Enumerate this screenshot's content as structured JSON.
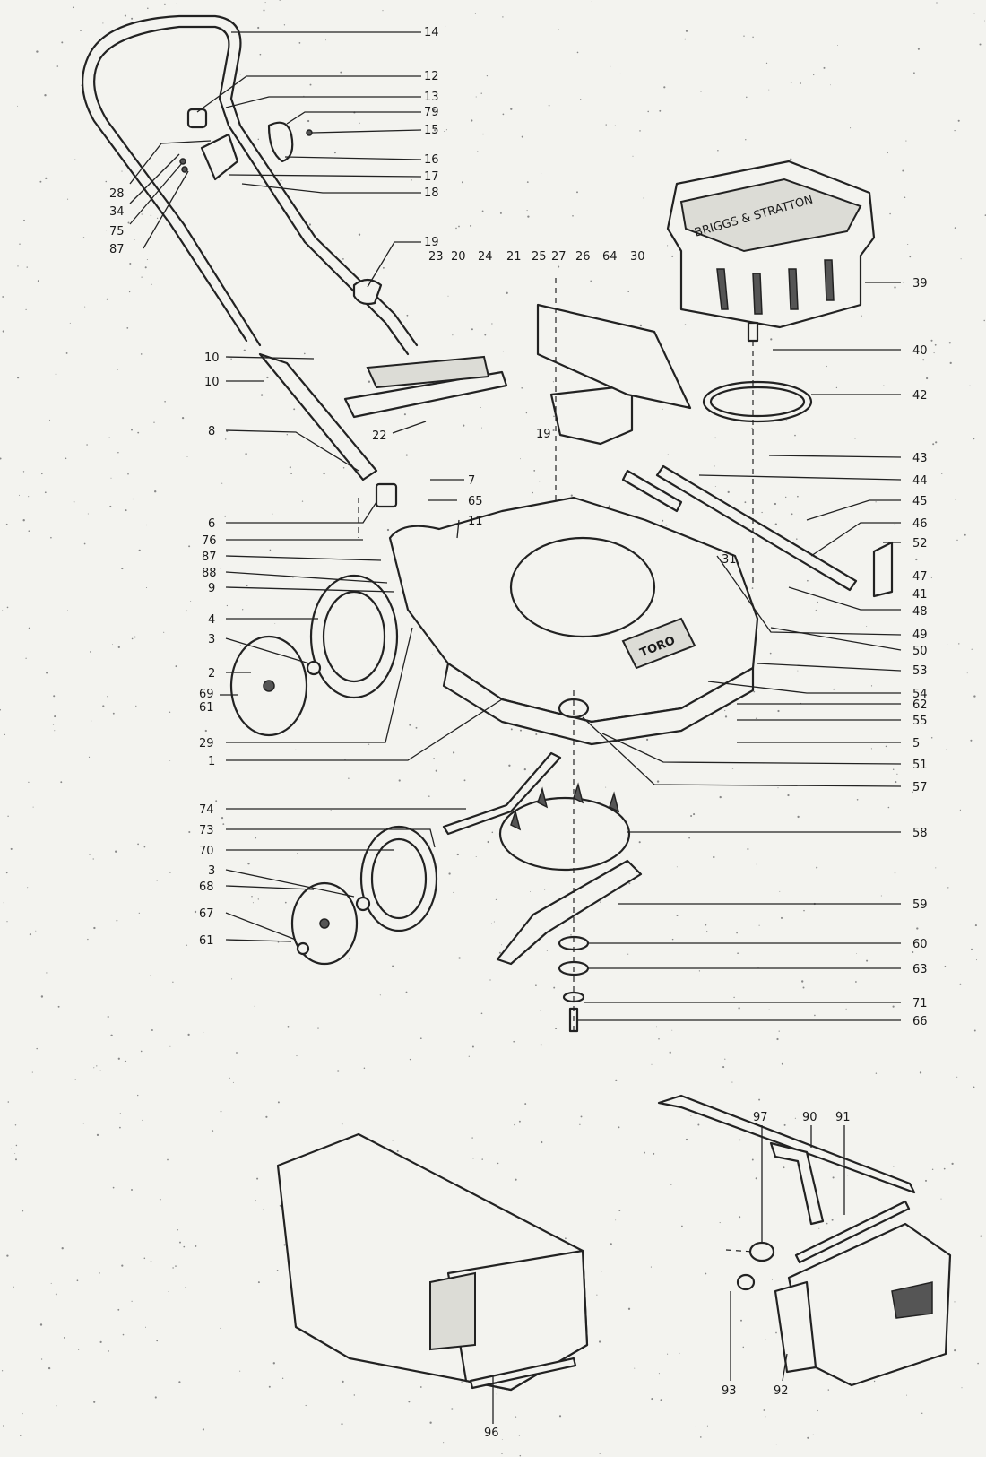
{
  "labels": {
    "l14": "14",
    "l12": "12",
    "l13": "13",
    "l79": "79",
    "l15": "15",
    "l16": "16",
    "l17": "17",
    "l18": "18",
    "l28": "28",
    "l34": "34",
    "l75": "75",
    "l87a": "87",
    "l19a": "19",
    "l23": "23",
    "l20": "20",
    "l24": "24",
    "l21": "21",
    "l25": "25",
    "l27": "27",
    "l26": "26",
    "l64": "64",
    "l30": "30",
    "l39": "39",
    "l40": "40",
    "l42": "42",
    "l43": "43",
    "l44": "44",
    "l45": "45",
    "l46": "46",
    "l52": "52",
    "l47": "47",
    "l41": "41",
    "l31": "31",
    "l48": "48",
    "l49": "49",
    "l50": "50",
    "l53": "53",
    "l54": "54",
    "l62": "62",
    "l55": "55",
    "l5": "5",
    "l51": "51",
    "l57": "57",
    "l58": "58",
    "l59": "59",
    "l60": "60",
    "l63": "63",
    "l71": "71",
    "l66": "66",
    "l10a": "10",
    "l10b": "10",
    "l8": "8",
    "l22": "22",
    "l19b": "19",
    "l7": "7",
    "l65": "65",
    "l11": "11",
    "l6": "6",
    "l76": "76",
    "l87b": "87",
    "l88": "88",
    "l9": "9",
    "l4": "4",
    "l3a": "3",
    "l2": "2",
    "l69": "69",
    "l61a": "61",
    "l29": "29",
    "l1": "1",
    "l74": "74",
    "l73": "73",
    "l70": "70",
    "l3b": "3",
    "l68": "68",
    "l67": "67",
    "l61b": "61",
    "l97": "97",
    "l90": "90",
    "l91": "91",
    "l93": "93",
    "l92": "92",
    "l96": "96"
  },
  "brand": {
    "deck_logo": "TORO",
    "engine_logo": "BRIGGS & STRATTON"
  },
  "colors": {
    "paper": "#f3f3ef",
    "ink": "#222222"
  }
}
